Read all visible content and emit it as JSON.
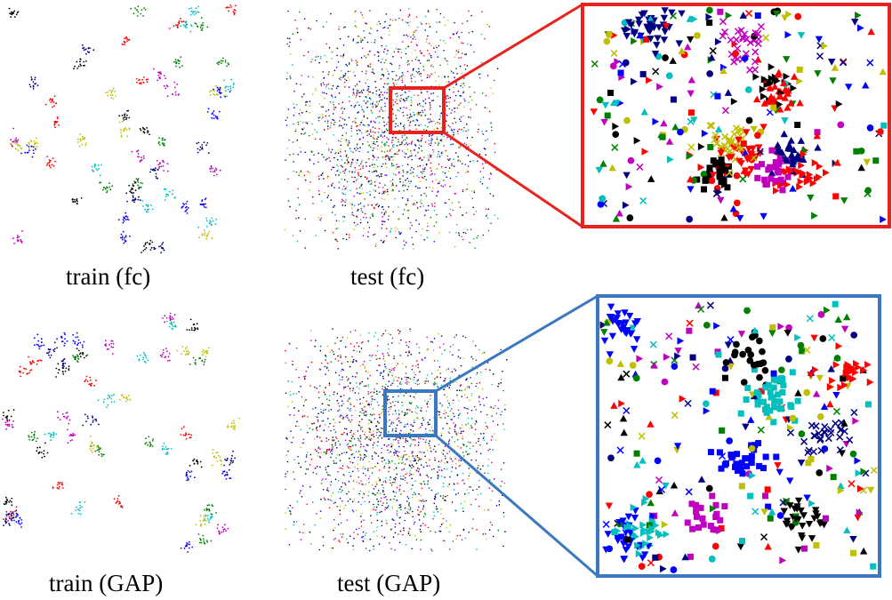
{
  "captions": {
    "train_fc": "train (fc)",
    "test_fc": "test (fc)",
    "train_gap": "train (GAP)",
    "test_gap": "test (GAP)"
  },
  "colors": {
    "zoom_box_fc": "#e8231e",
    "zoom_box_gap": "#3a78c1",
    "classes": [
      "#000000",
      "#0000ff",
      "#ff0000",
      "#008000",
      "#00bfbf",
      "#bfbf00",
      "#bf00bf",
      "#000080"
    ]
  },
  "chart_data": [
    {
      "type": "scatter",
      "panel": "train (fc)",
      "title": ""
    },
    {
      "type": "scatter",
      "panel": "test (fc)",
      "title": ""
    },
    {
      "type": "scatter",
      "panel": "zoom of test (fc)",
      "title": ""
    },
    {
      "type": "scatter",
      "panel": "train (GAP)",
      "title": ""
    },
    {
      "type": "scatter",
      "panel": "test (GAP)",
      "title": ""
    },
    {
      "type": "scatter",
      "panel": "zoom of test (GAP)",
      "title": ""
    }
  ]
}
